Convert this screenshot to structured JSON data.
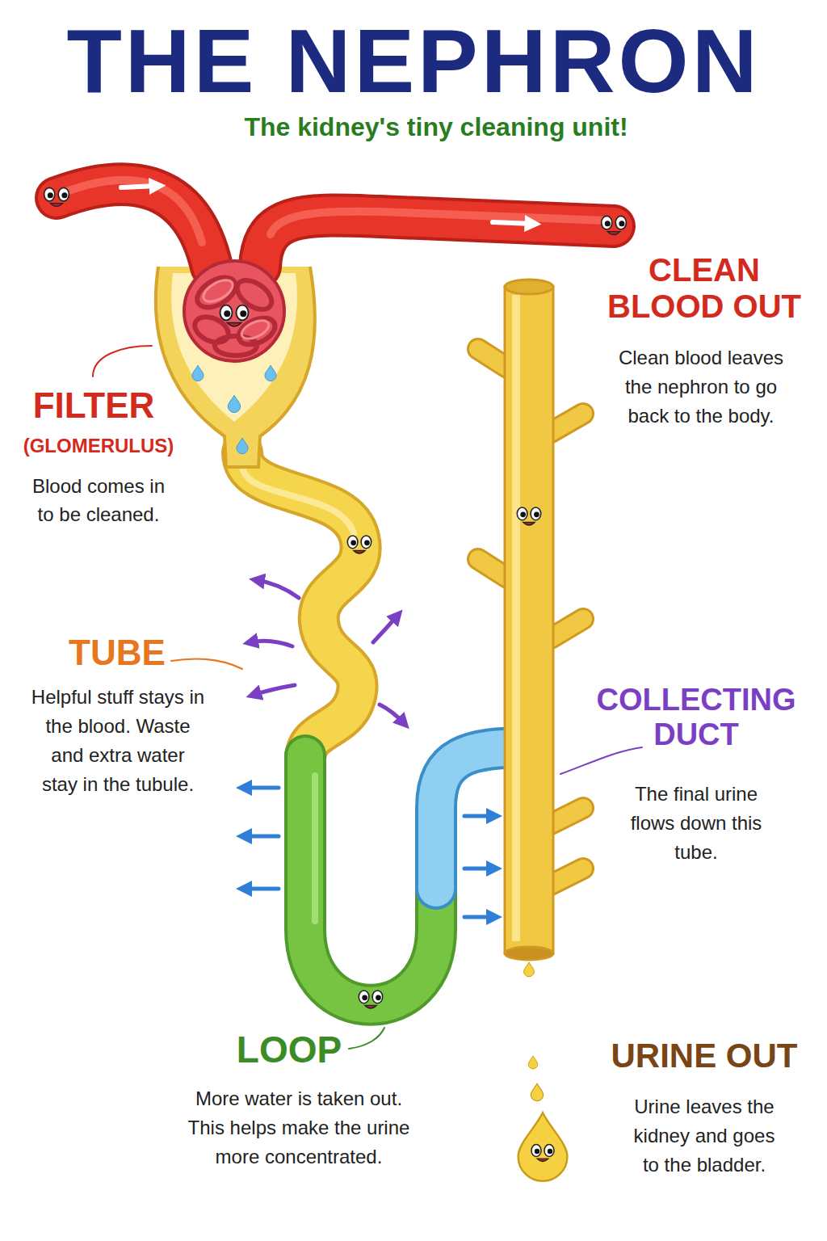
{
  "diagram": {
    "title": "THE NEPHRON",
    "labels": [
      "The kidney's tiny cleaning unit!",
      "CLEAN BLOOD OUT",
      "Clean blood leaves the nephron to go back to the body.",
      "FILTER",
      "(GLOMERULUS)",
      "Blood comes in to be cleaned.",
      "TUBE",
      "Helpful stuff stays in the blood. Waste and extra water stay in the tubule.",
      "COLLECTING DUCT",
      "The final urine flows down this tube.",
      "LOOP",
      "More water is taken out. This helps make the urine more concentrated.",
      "URINE OUT",
      "Urine leaves the kidney and goes to the bladder."
    ]
  }
}
